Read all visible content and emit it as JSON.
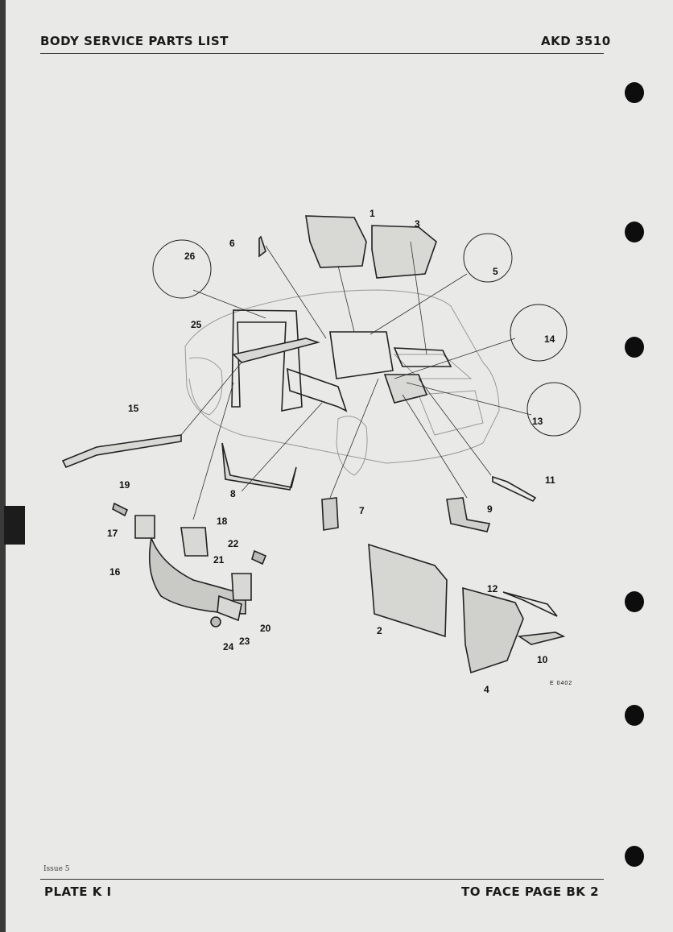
{
  "header": {
    "title": "BODY SERVICE PARTS LIST",
    "code": "AKD 3510"
  },
  "footer": {
    "issue": "Issue 5",
    "plate": "PLATE K I",
    "facing": "TO FACE PAGE BK 2"
  },
  "diagram": {
    "drawing_ref": "E 0402",
    "callouts": [
      "1",
      "2",
      "3",
      "4",
      "5",
      "6",
      "7",
      "8",
      "9",
      "10",
      "11",
      "12",
      "13",
      "14",
      "15",
      "16",
      "17",
      "18",
      "19",
      "20",
      "21",
      "22",
      "23",
      "24",
      "25",
      "26"
    ]
  }
}
